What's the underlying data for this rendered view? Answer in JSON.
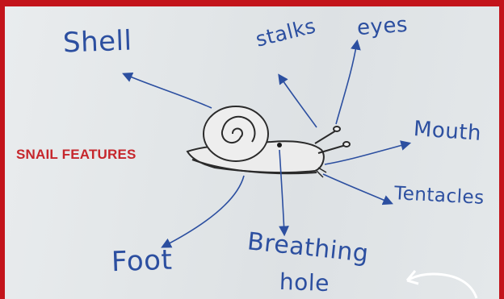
{
  "title": "SNAIL FEATURES",
  "labels": {
    "shell": "Shell",
    "stalks": "stalks",
    "eyes": "eyes",
    "mouth": "Mouth",
    "tentacles": "Tentacles",
    "foot": "Foot",
    "breathing_hole_line1": "Breathing",
    "breathing_hole_line2": "hole"
  },
  "colors": {
    "border": "#c3141b",
    "board": "#e4e8ea",
    "ink_blue": "#2c4fa0",
    "title_red": "#c6262c",
    "ink_black": "#2a2a2a"
  }
}
